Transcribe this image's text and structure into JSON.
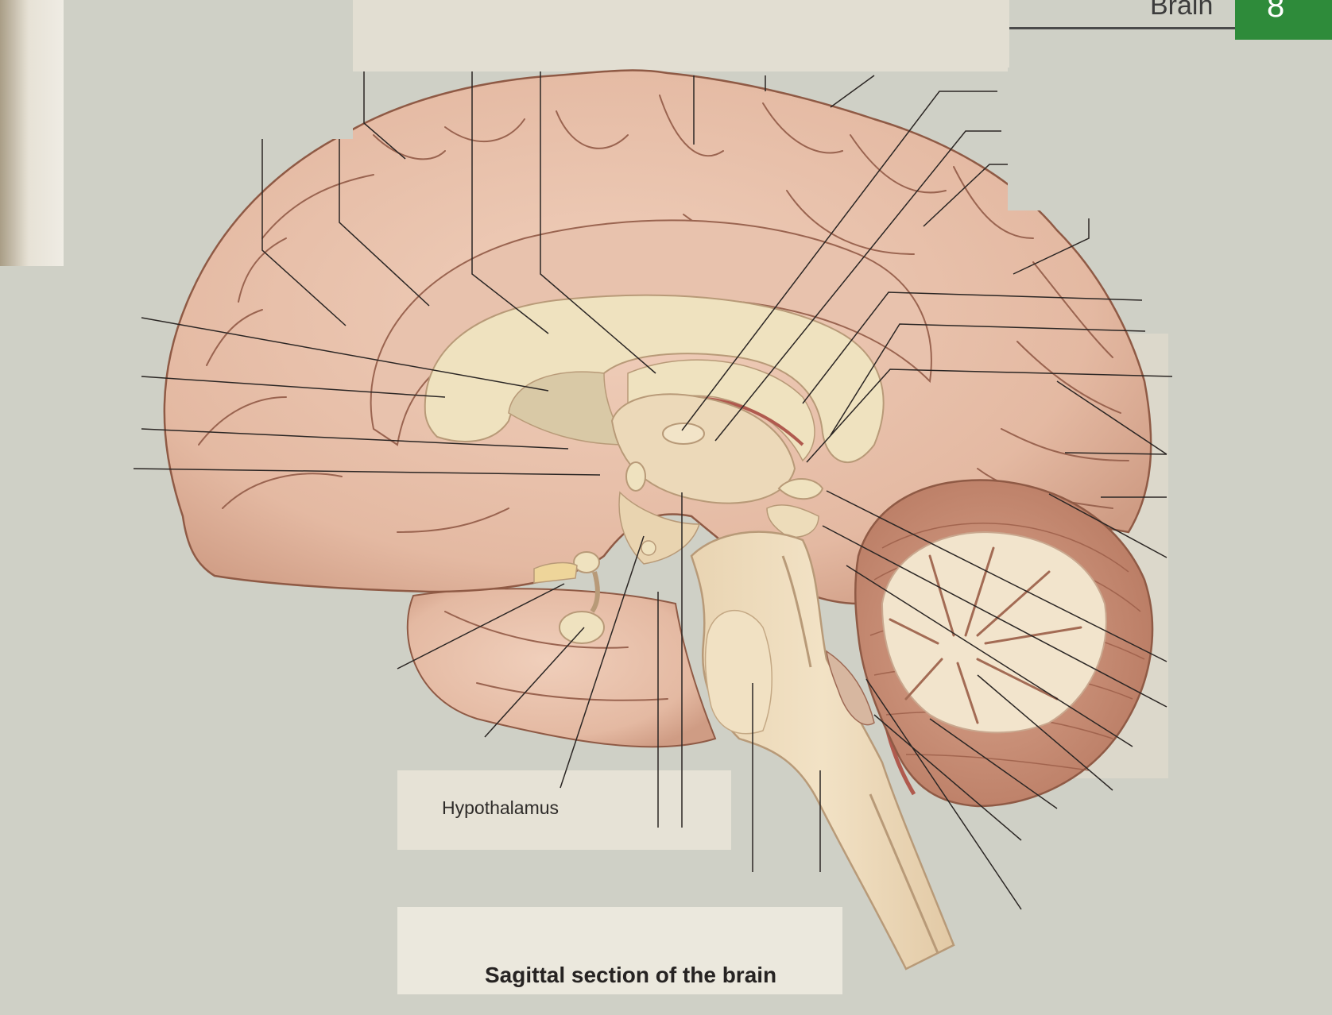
{
  "diagram": {
    "caption": "Sagittal section of the brain",
    "visible_labels": [
      "Hypothalamus"
    ],
    "header_fragment": "Brain",
    "tab_number": "8"
  },
  "colors": {
    "background": "#cfd0c6",
    "cerebrum": "#e6bfa8",
    "cerebrum_outline": "#8f5a45",
    "white_matter": "#efe2bf",
    "brainstem": "#eedcbc",
    "cerebellum_cortex": "#c88f78",
    "cerebellum_white": "#f2e4cc",
    "leader_line": "#2b2624",
    "tab_green": "#2e8b3a"
  }
}
